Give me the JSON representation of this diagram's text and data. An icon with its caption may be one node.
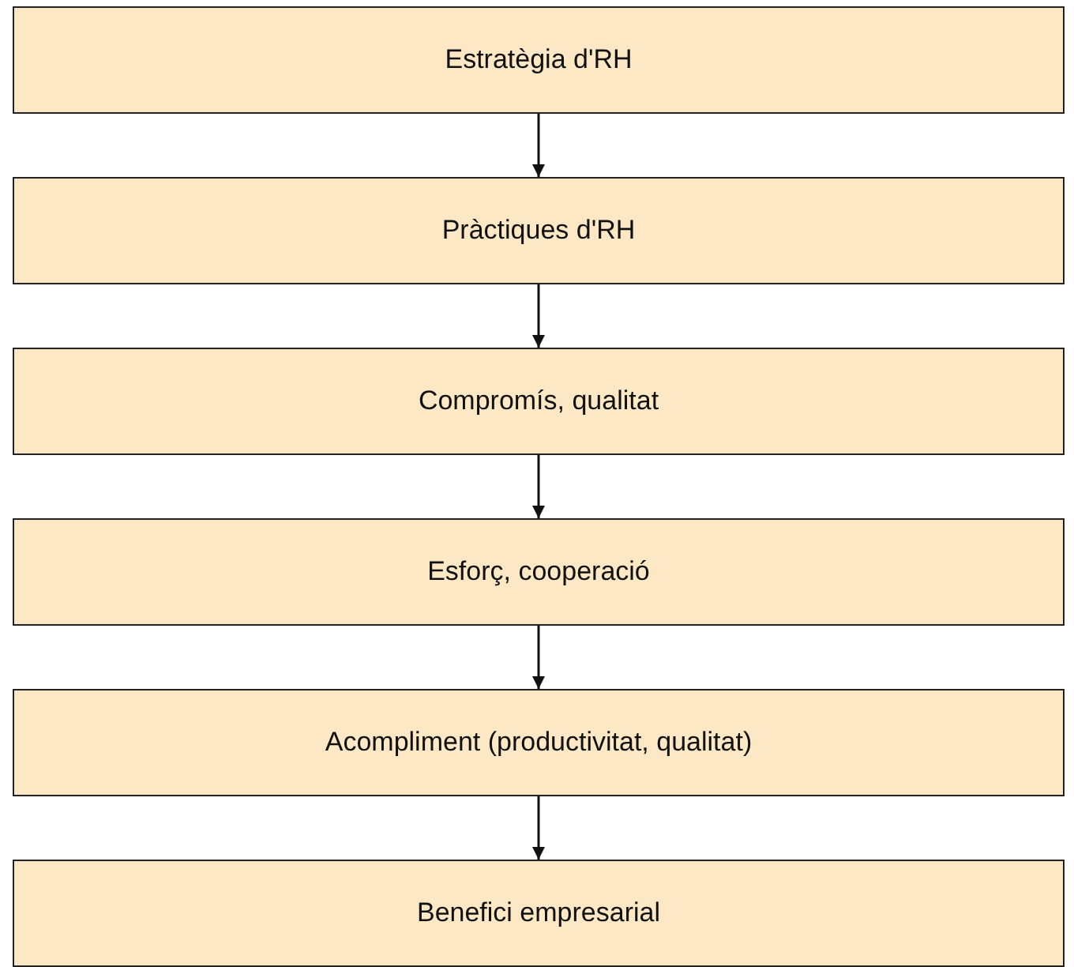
{
  "diagram": {
    "nodes": [
      {
        "text": [
          "Estratègia d'RH"
        ]
      },
      {
        "text": [
          "Pràctiques d'RH"
        ]
      },
      {
        "text": [
          "Compromís, qualitat"
        ]
      },
      {
        "text": [
          "Esforç, cooperació"
        ]
      },
      {
        "text": [
          "Acompliment (productivitat, qualitat)"
        ]
      },
      {
        "text": [
          "Benefici empresarial"
        ]
      }
    ],
    "edges": [
      {
        "from": 0,
        "to": 1,
        "arrow": "to"
      },
      {
        "from": 1,
        "to": 2,
        "arrow": "to"
      },
      {
        "from": 2,
        "to": 3,
        "arrow": "to"
      },
      {
        "from": 3,
        "to": 4,
        "arrow": "to"
      },
      {
        "from": 4,
        "to": 5,
        "arrow": "to"
      }
    ]
  }
}
